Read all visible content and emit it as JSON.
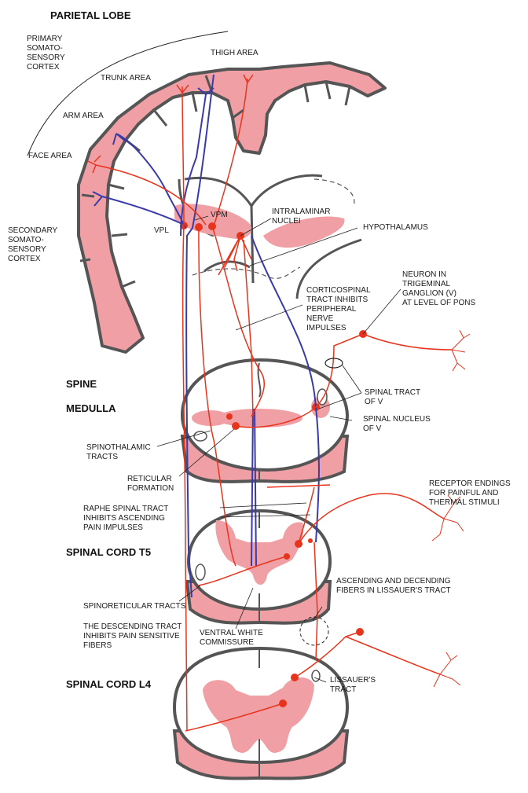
{
  "colors": {
    "outline": "#555555",
    "tissue": "#f0a0a4",
    "red_tract": "#e8341c",
    "blue_tract": "#3a3aa8",
    "text": "#1a1a1a"
  },
  "titles": {
    "parietal": "PARIETAL LOBE",
    "spine": "SPINE",
    "medulla": "MEDULLA",
    "t5": "SPINAL CORD T5",
    "l4": "SPINAL CORD L4"
  },
  "labels": {
    "primary_cortex": [
      "PRIMARY",
      "SOMATO-",
      "SENSORY",
      "CORTEX"
    ],
    "thigh_area": "THIGH AREA",
    "trunk_area": "TRUNK AREA",
    "arm_area": "ARM AREA",
    "face_area": "FACE AREA",
    "secondary_cortex": [
      "SECONDARY",
      "SOMATO-",
      "SENSORY",
      "CORTEX"
    ],
    "vpl": "VPL",
    "vpm": "VPM",
    "intralaminar": [
      "INTRALAMINAR",
      "NUCLEI"
    ],
    "hypothalamus": "HYPOTHALAMUS",
    "corticospinal": [
      "CORTICOSPINAL",
      "TRACT INHIBITS",
      "PERIPHERAL",
      "NERVE",
      "IMPULSES"
    ],
    "trigeminal_neuron": [
      "NEURON IN",
      "TRIGEMINAL",
      "GANGLION (V)",
      "AT LEVEL OF PONS"
    ],
    "spinal_tract_v": [
      "SPINAL TRACT",
      "OF V"
    ],
    "spinal_nucleus_v": [
      "SPINAL NUCLEUS",
      "OF V"
    ],
    "spinothalamic": [
      "SPINOTHALAMIC",
      "TRACTS"
    ],
    "reticular": [
      "RETICULAR",
      "FORMATION"
    ],
    "raphe": [
      "RAPHE SPINAL TRACT",
      "INHIBITS ASCENDING",
      "PAIN IMPULSES"
    ],
    "receptor": [
      "RECEPTOR ENDINGS",
      "FOR PAINFUL AND",
      "THERMAL STIMULI"
    ],
    "lissauer_fibers": [
      "ASCENDING AND DECENDING",
      "FIBERS IN LISSAUER'S TRACT"
    ],
    "spinoreticular": "SPINORETICULAR TRACTS",
    "descending": [
      "THE DESCENDING TRACT",
      "INHIBITS PAIN SENSITIVE",
      "FIBERS"
    ],
    "ventral_white": [
      "VENTRAL WHITE",
      "COMMISSURE"
    ],
    "lissauer_tract": [
      "LISSAUER'S",
      "TRACT"
    ]
  }
}
